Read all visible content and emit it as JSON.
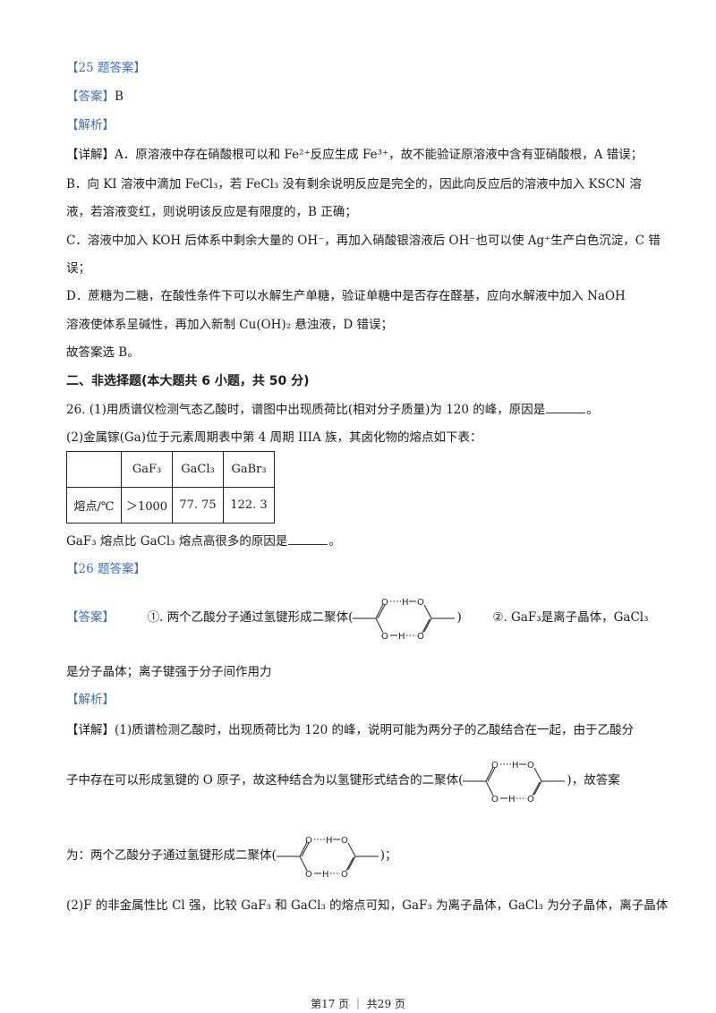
{
  "q25": {
    "answer_header": "【25 题答案】",
    "answer_label": "【答案】",
    "answer_value": "B",
    "analysis_label": "【解析】",
    "detail_label": "【详解】",
    "A_line1": "A．原溶液中存在硝酸根可以和 Fe²⁺反应生成 Fe³⁺，故不能验证原溶液中含有亚硝酸根，A 错误；",
    "B_line1": "B．向 KI 溶液中滴加 FeCl₃，若 FeCl₃ 没有剩余说明反应是完全的，因此向反应后的溶液中加入 KSCN 溶",
    "B_line2": "液，若溶液变红，则说明该反应是有限度的，B 正确；",
    "C_line1": "C．溶液中加入 KOH 后体系中剩余大量的 OH⁻，再加入硝酸银溶液后 OH⁻也可以使 Ag⁺生产白色沉淀，C 错",
    "C_line2": "误；",
    "D_line1": "D．蔗糖为二糖，在酸性条件下可以水解生产单糖，验证单糖中是否存在醛基，应向水解液中加入 NaOH",
    "D_line2": "溶液使体系呈碱性，再加入新制 Cu(OH)₂ 悬浊液，D 错误；",
    "conclusion": "故答案选 B。"
  },
  "section2": {
    "title": "二、非选择题(本大题共 6 小题，共 50 分)"
  },
  "q26": {
    "line1": "26. (1)用质谱仪检测气态乙酸时，谱图中出现质荷比(相对分子质量)为 120 的峰，原因是",
    "line1_end": "。",
    "line2": "(2)金属镓(Ga)位于元素周期表中第 4 周期 IIIA 族，其卤化物的熔点如下表：",
    "table": {
      "headers": [
        "",
        "GaF₃",
        "GaCl₃",
        "GaBr₃"
      ],
      "row_label": "熔点/℃",
      "values": [
        "＞1000",
        "77. 75",
        "122. 3"
      ]
    },
    "line3": "GaF₃ 熔点比 GaCl₃ 熔点高很多的原因是",
    "line3_end": "。",
    "answer_header": "【26 题答案】",
    "answer_label": "【答案】",
    "ans1_num": "①",
    "ans1_text": ". 两个乙酸分子通过氢键形成二聚体(",
    "ans1_close": ")",
    "ans2_num": "②",
    "ans2_text": ". GaF₃是离子晶体，GaCl₃",
    "ans2_cont": "是分子晶体；离子键强于分子间作用力",
    "analysis_label": "【解析】",
    "detail_label": "【详解】",
    "detail1_line1": "(1)质谱检测乙酸时，出现质荷比为 120 的峰，说明可能为两分子的乙酸结合在一起，由于乙酸分",
    "detail1_line2a": "子中存在可以形成氢键的 O 原子，故这种结合为以氢键形式结合的二聚体(",
    "detail1_line2b": ")，故答案",
    "detail1_line3a": "为：两个乙酸分子通过氢键形成二聚体(",
    "detail1_line3b": ")；",
    "detail2_line1": "(2)F 的非金属性比 Cl 强，比较 GaF₃ 和 GaCl₃ 的熔点可知，GaF₃ 为离子晶体，GaCl₃ 为分子晶体，离子晶体"
  },
  "dimer": {
    "O": "O",
    "H": "H"
  },
  "footer": {
    "text": "第17 页 ｜ 共29 页"
  }
}
